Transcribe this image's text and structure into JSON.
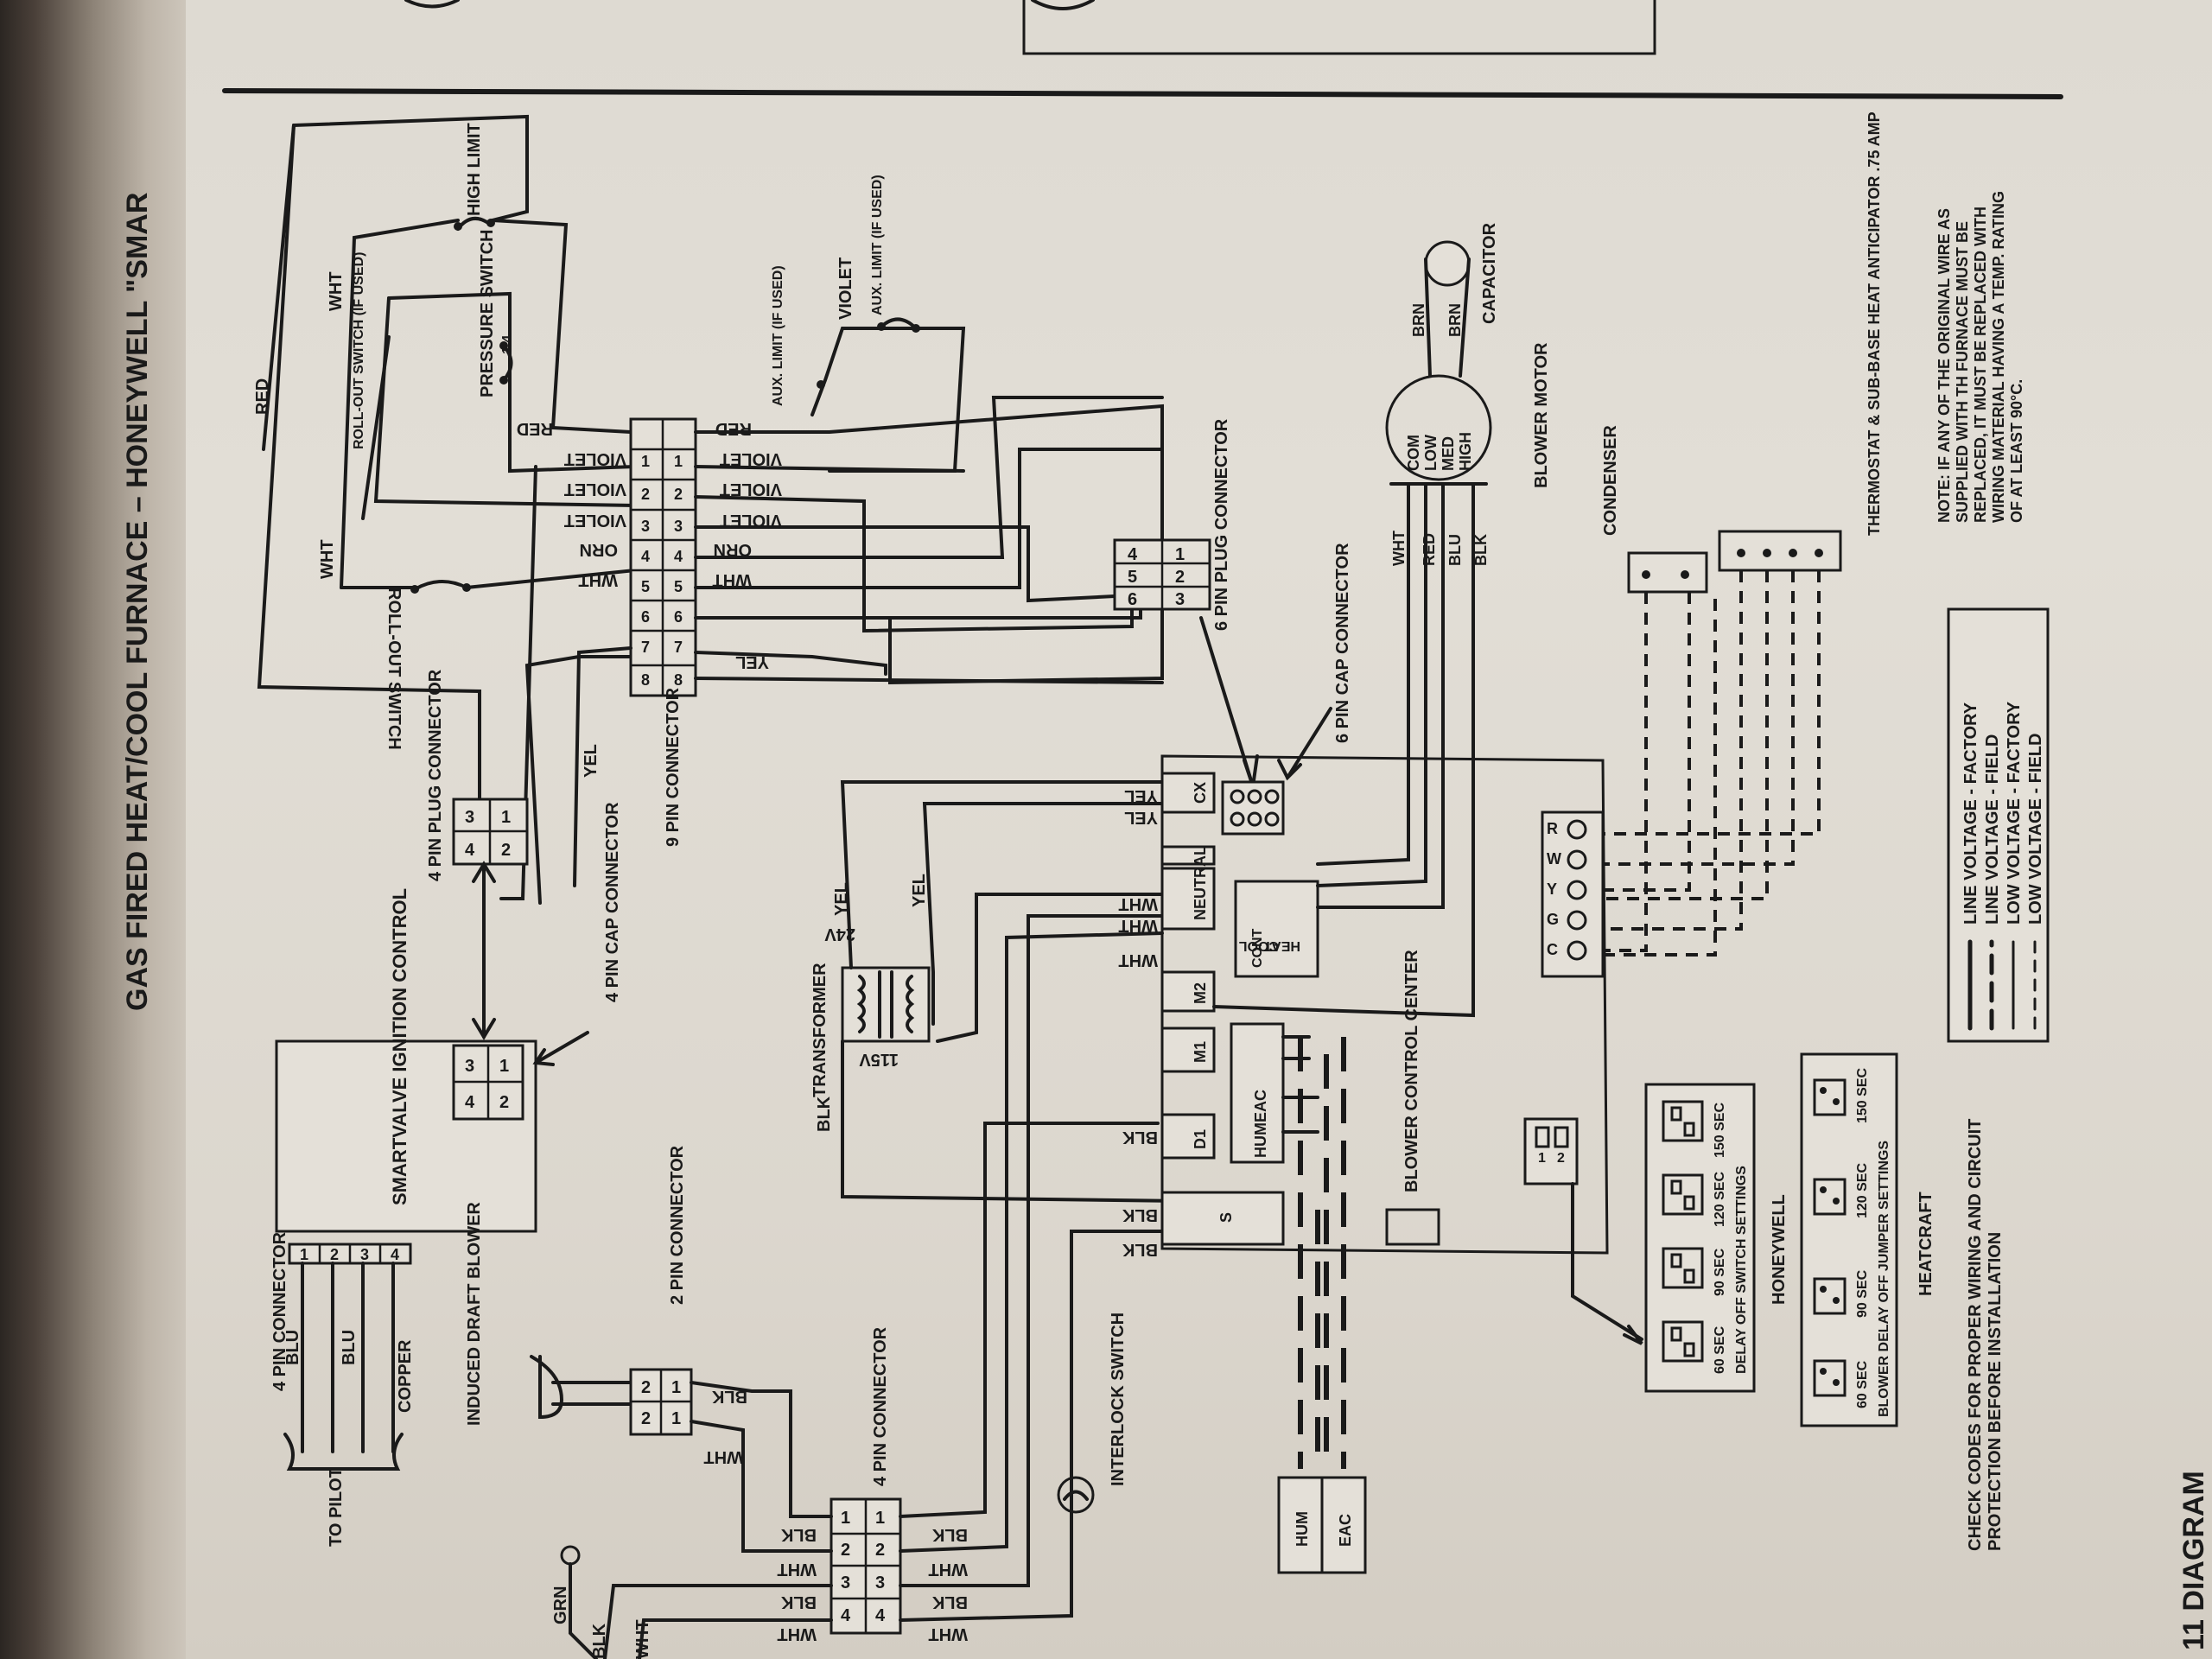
{
  "title": "GAS FIRED HEAT/COOL FURNACE – HONEYWELL \"SMAR",
  "footer_title": "11 DIAGRAM",
  "components": {
    "high_limit": "HIGH LIMIT",
    "pressure_switch": "PRESSURE SWITCH",
    "pressure_switch_sub": "1.4",
    "rollout_switch_upper": "ROLL-OUT SWITCH (IF USED)",
    "rollout_switch_lower": "ROLL-OUT SWITCH",
    "aux_limit_1": "AUX. LIMIT (IF USED)",
    "aux_limit_2": "AUX. LIMIT (IF USED)",
    "nine_pin": "9 PIN CONNECTOR",
    "four_pin_plug": "4 PIN PLUG CONNECTOR",
    "four_pin_cap": "4 PIN CAP CONNECTOR",
    "six_pin_plug": "6 PIN PLUG CONNECTOR",
    "six_pin_cap": "6 PIN CAP CONNECTOR",
    "smartvalve": "SMARTVALVE IGNITION CONTROL",
    "four_pin_connector_left": "4 PIN CONNECTOR",
    "to_pilot": "TO PILOT",
    "induced_draft": "INDUCED DRAFT BLOWER",
    "two_pin": "2 PIN CONNECTOR",
    "four_pin_connector_bottom": "4 PIN CONNECTOR",
    "interlock": "INTERLOCK SWITCH",
    "transformer": "TRANSFORMER",
    "v24": "24V",
    "v115": "115V",
    "blower_control": "BLOWER CONTROL CENTER",
    "blower_motor": "BLOWER MOTOR",
    "capacitor": "CAPACITOR",
    "condenser": "CONDENSER",
    "thermostat": "THERMOSTAT & SUB-BASE HEAT ANTICIPATOR .75 AMP",
    "hum": "HUM",
    "eac": "EAC",
    "neutral": "NEUTRAL",
    "humeac": "HUMEAC",
    "cont_cool_heat": [
      "CONT",
      "COOL",
      "HEAT"
    ]
  },
  "wire_labels": {
    "red": "RED",
    "wht": "WHT",
    "violet": "VIOLET",
    "orn": "ORN",
    "yel": "YEL",
    "blu": "BLU",
    "blk": "BLK",
    "copper": "COPPER",
    "grn": "GRN",
    "brn": "BRN"
  },
  "motor_taps": [
    "COM",
    "LOW",
    "MED",
    "HIGH"
  ],
  "motor_wire_colors": [
    "WHT",
    "RED",
    "BLU",
    "BLK"
  ],
  "terminal_letters": [
    "C",
    "G",
    "Y",
    "W",
    "R"
  ],
  "board_terminals": [
    "CX",
    "M2",
    "M1",
    "D1",
    "S"
  ],
  "honeywell_settings": {
    "options": [
      "60 SEC",
      "90 SEC",
      "120 SEC",
      "150 SEC"
    ],
    "caption": "DELAY OFF SWITCH SETTINGS",
    "brand": "HONEYWELL"
  },
  "heatcraft_settings": {
    "options": [
      "60 SEC",
      "90 SEC",
      "120 SEC",
      "150 SEC"
    ],
    "caption": "BLOWER DELAY OFF JUMPER SETTINGS",
    "brand": "HEATCRAFT"
  },
  "legend": [
    "LINE VOLTAGE - FACTORY",
    "LINE VOLTAGE - FIELD",
    "LOW VOLTAGE - FACTORY",
    "LOW VOLTAGE - FIELD"
  ],
  "note": "NOTE: IF ANY OF THE ORIGINAL WIRE AS SUPPLIED WITH TH FURNACE MUST BE REPLACED, IT MUST BE REPLACED WITH WIRING MATERIAL HAVING A TEMP. RATING OF AT LEAST 90°C.",
  "check_codes": "CHECK CODES FOR PROPER WIRING AND CIRCUIT PROTECTION BEFORE INSTALLATION"
}
